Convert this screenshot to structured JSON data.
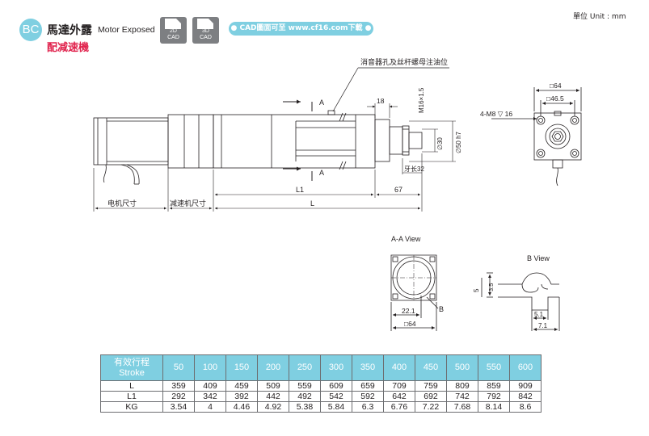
{
  "header": {
    "badge": "BC",
    "title_zh": "馬達外露",
    "title_en": "Motor Exposed",
    "subtitle": "配减速機",
    "unit": "單位 Unit : mm",
    "cad2d": {
      "line1": "2D",
      "line2": "CAD"
    },
    "cad3d": {
      "line1": "3D",
      "line2": "CAD"
    },
    "cad_link": "● CAD圖面可至 www.cf16.com下載 ●"
  },
  "drawing": {
    "note": "消音器孔及丝杆螺母注油位",
    "section_mark": "A",
    "dim_18": "18",
    "dim_thread": "M16×1.5",
    "dim_rod": "∅30",
    "dim_bore": "∅50 h7",
    "dim_thread_len": "牙长32",
    "dim_L1": "L1",
    "dim_67": "67",
    "dim_L": "L",
    "motor_size": "电机尺寸",
    "reducer_size": "减速机尺寸",
    "end_square": "□64",
    "end_pcd": "□46.5",
    "end_holes": "4-M8 ▽ 16",
    "aa_title": "A-A View",
    "aa_dim_221": "22.1",
    "aa_dim_64": "□64",
    "aa_label_b": "B",
    "b_title": "B View",
    "b_dim_5": "5",
    "b_dim_35": "3.5",
    "b_dim_51": "5.1",
    "b_dim_71": "7.1"
  },
  "table": {
    "header_label_zh": "有效行程",
    "header_label_en": "Stroke",
    "strokes": [
      "50",
      "100",
      "150",
      "200",
      "250",
      "300",
      "350",
      "400",
      "450",
      "500",
      "550",
      "600"
    ],
    "rows": [
      {
        "label": "L",
        "values": [
          "359",
          "409",
          "459",
          "509",
          "559",
          "609",
          "659",
          "709",
          "759",
          "809",
          "859",
          "909"
        ]
      },
      {
        "label": "L1",
        "values": [
          "292",
          "342",
          "392",
          "442",
          "492",
          "542",
          "592",
          "642",
          "692",
          "742",
          "792",
          "842"
        ]
      },
      {
        "label": "KG",
        "values": [
          "3.54",
          "4",
          "4.46",
          "4.92",
          "5.38",
          "5.84",
          "6.3",
          "6.76",
          "7.22",
          "7.68",
          "8.14",
          "8.6"
        ]
      }
    ]
  }
}
